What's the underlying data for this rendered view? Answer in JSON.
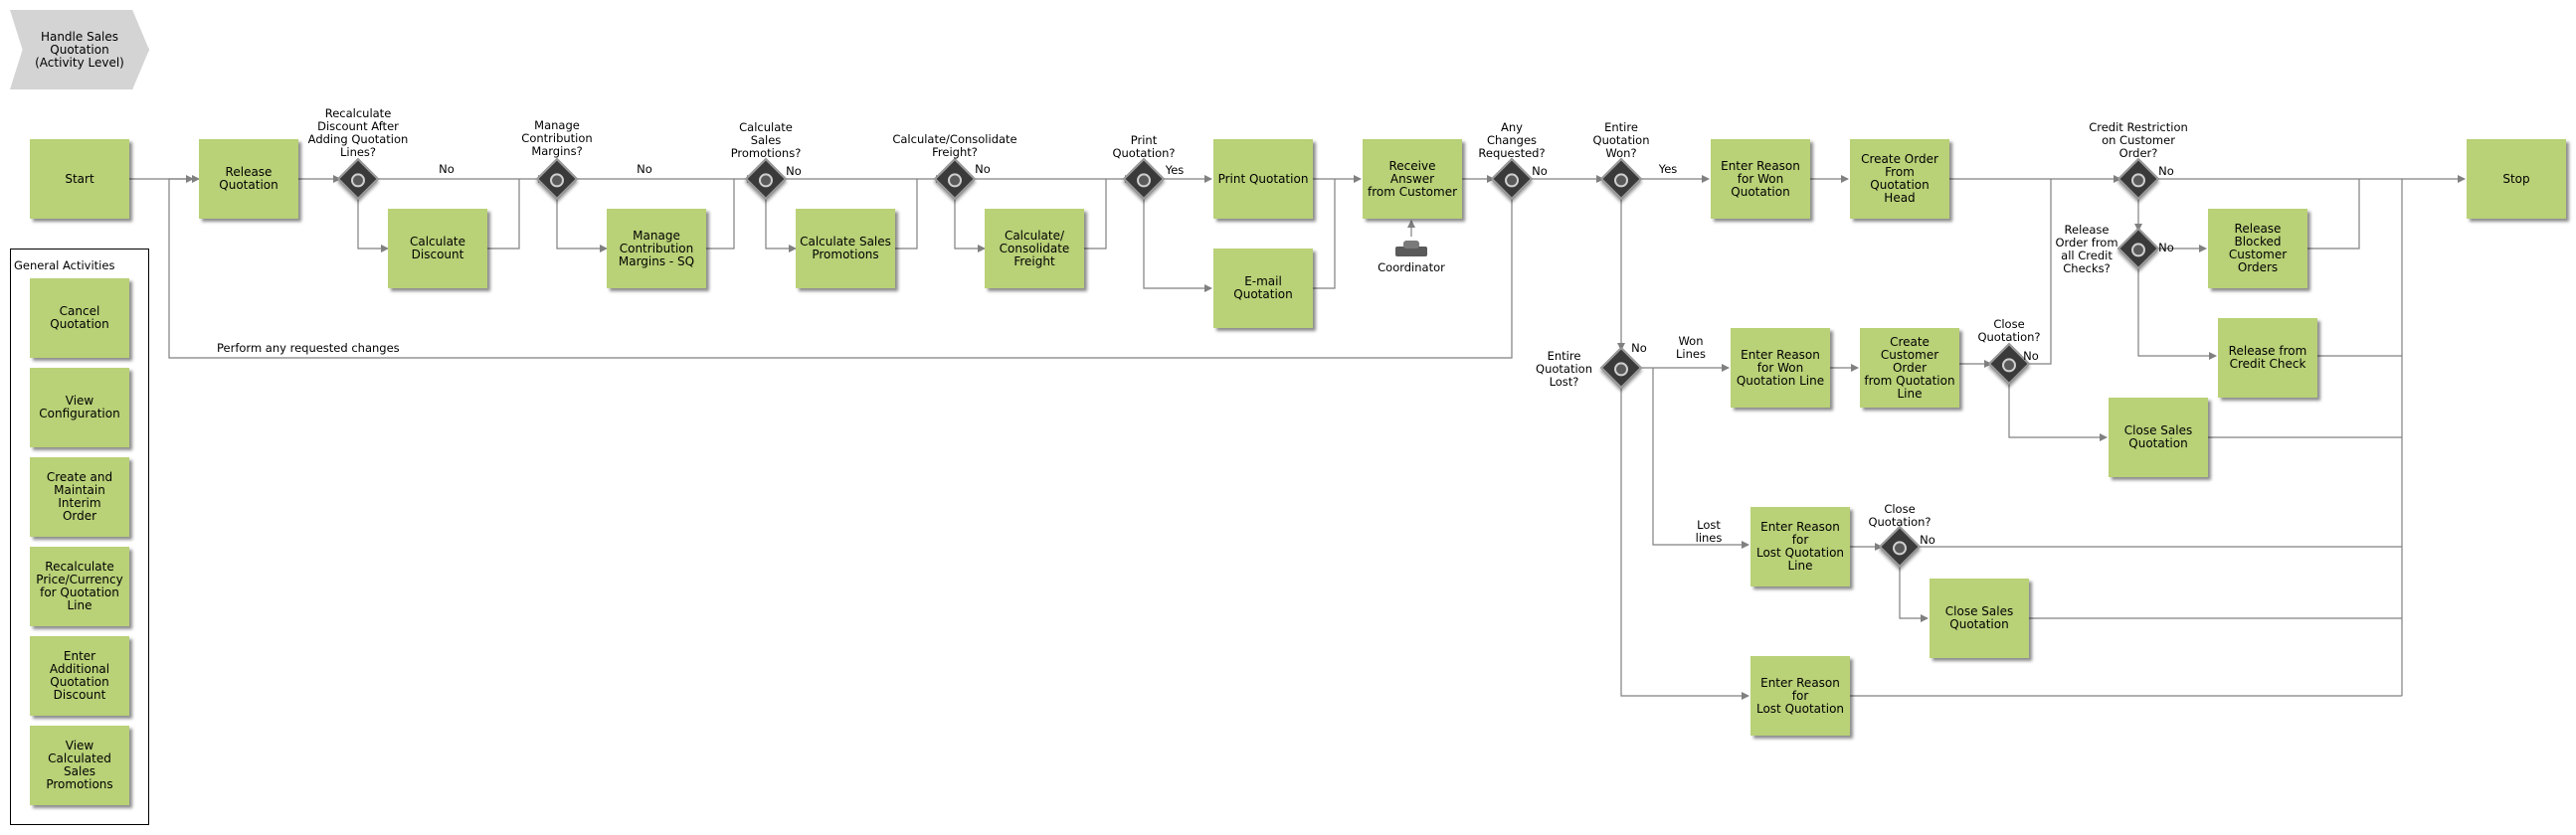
{
  "title": "Handle Sales\nQuotation\n(Activity Level)",
  "general_activities": {
    "title": "General Activities",
    "items": [
      "Cancel\nQuotation",
      "View\nConfiguration",
      "Create and\nMaintain Interim\nOrder",
      "Recalculate\nPrice/Currency\nfor Quotation\nLine",
      "Enter Additional\nQuotation\nDiscount",
      "View Calculated\nSales Promotions"
    ]
  },
  "activities": {
    "start": "Start",
    "release_quotation": "Release\nQuotation",
    "calculate_discount": "Calculate\nDiscount",
    "manage_margins": "Manage\nContribution\nMargins - SQ",
    "calculate_promotions": "Calculate Sales\nPromotions",
    "calculate_freight": "Calculate/\nConsolidate\nFreight",
    "print_quotation": "Print Quotation",
    "email_quotation": "E-mail Quotation",
    "receive_answer": "Receive Answer\nfrom Customer",
    "enter_reason_won": "Enter Reason\nfor Won\nQuotation",
    "create_order_head": "Create Order\nFrom Quotation\nHead",
    "release_blocked": "Release Blocked\nCustomer\nOrders",
    "release_credit": "Release from\nCredit Check",
    "stop": "Stop",
    "enter_reason_won_line": "Enter Reason\nfor Won\nQuotation Line",
    "create_order_line": "Create\nCustomer Order\nfrom Quotation\nLine",
    "close_sales_1": "Close Sales\nQuotation",
    "enter_reason_lost_line": "Enter Reason for\nLost Quotation\nLine",
    "close_sales_2": "Close Sales\nQuotation",
    "enter_reason_lost": "Enter Reason for\nLost Quotation"
  },
  "gateways": {
    "recalc_discount": "Recalculate\nDiscount After\nAdding Quotation\nLines?",
    "manage_margins": "Manage\nContribution\nMargins?",
    "calc_promotions": "Calculate\nSales\nPromotions?",
    "calc_freight": "Calculate/Consolidate\nFreight?",
    "print_quotation": "Print\nQuotation?",
    "any_changes": "Any\nChanges\nRequested?",
    "entire_won": "Entire\nQuotation\nWon?",
    "credit_restriction": "Credit Restriction\non Customer\nOrder?",
    "release_all_credit": "Release\nOrder from\nall Credit\nChecks?",
    "entire_lost": "Entire\nQuotation\nLost?",
    "close_quotation_1": "Close\nQuotation?",
    "close_quotation_2": "Close\nQuotation?"
  },
  "edge_labels": {
    "no": "No",
    "yes": "Yes",
    "won_lines": "Won\nLines",
    "lost_lines": "Lost\nlines",
    "requested_changes": "Perform any requested changes"
  },
  "roles": {
    "coordinator": "Coordinator"
  },
  "colors": {
    "activity": "#b9d177",
    "gateway": "#3a3a3a",
    "title_shape": "#d4d4d4",
    "connector": "#808080"
  }
}
